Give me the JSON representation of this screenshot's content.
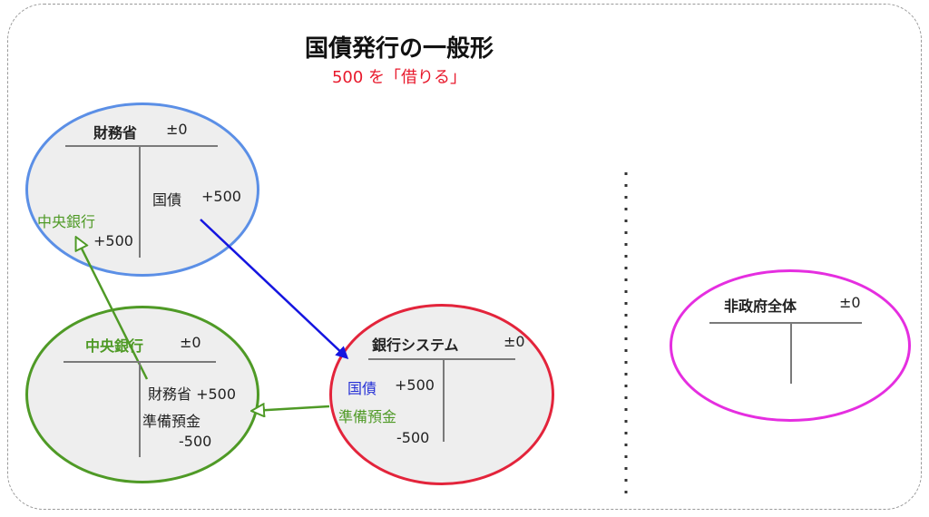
{
  "title": "国債発行の一般形",
  "subtitle": "500 を「借りる」",
  "mof": {
    "name": "財務省",
    "balance": "±0",
    "right_item": "国債",
    "right_value": "+500",
    "left_item": "中央銀行",
    "left_value": "+500",
    "border_color": "#5b8fe6"
  },
  "central_bank": {
    "name": "中央銀行",
    "balance": "±0",
    "right_item1": "財務省 +500",
    "right_item2": "準備預金",
    "right_value2": "-500",
    "border_color": "#4f9a26"
  },
  "bank_system": {
    "name": "銀行システム",
    "balance": "±0",
    "left_item1": "国債",
    "left_value1": "+500",
    "left_item2": "準備預金",
    "left_value2": "-500",
    "border_color": "#e3243b"
  },
  "non_gov": {
    "name": "非政府全体",
    "balance": "±0",
    "border_color": "#e52ee0"
  },
  "arrow_colors": {
    "bond": "#1515e0",
    "reserve": "#4f9a26"
  }
}
